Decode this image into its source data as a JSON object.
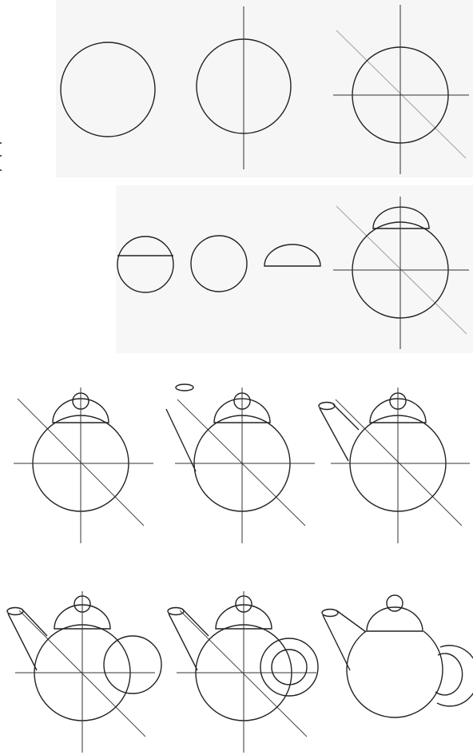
{
  "figure": {
    "subject": "teapot",
    "rows": 4,
    "colors": {
      "line": "#222222",
      "guide": "#333333",
      "diagonal": "#aaaaaa",
      "panel": "#f6f6f6"
    },
    "steps": [
      {
        "row": 1,
        "items": [
          "circle",
          "circle-vertical-guide",
          "circle-cross-diagonal"
        ]
      },
      {
        "row": 2,
        "items": [
          "circle-split",
          "circle",
          "dome-lid",
          "body-with-lid"
        ]
      },
      {
        "row": 3,
        "items": [
          "body-with-knob",
          "spout-construction",
          "spout-added"
        ]
      },
      {
        "row": 4,
        "items": [
          "handle-circle",
          "handle-inner-ring",
          "final-teapot"
        ]
      }
    ]
  }
}
